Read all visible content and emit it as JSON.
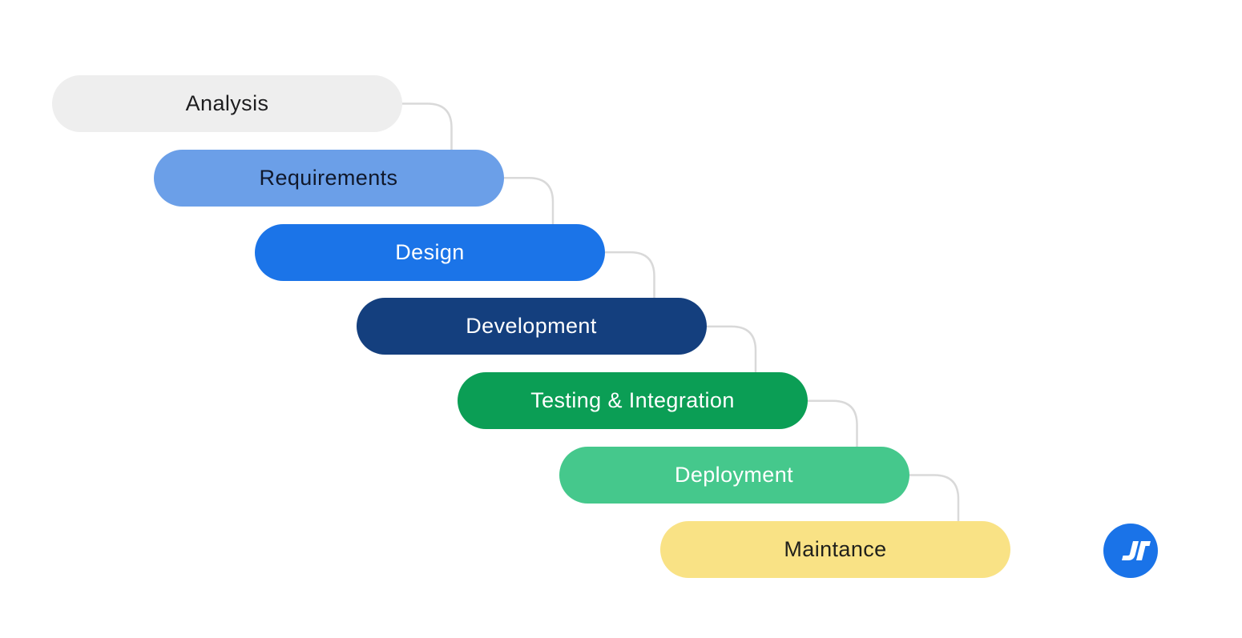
{
  "diagram": {
    "name": "waterfall-sdlc-diagram",
    "background": "#ffffff",
    "connector_color": "#d9d9d9",
    "stages": [
      {
        "label": "Analysis",
        "bg": "#eeeeee",
        "text_color": "#1d1d1f"
      },
      {
        "label": "Requirements",
        "bg": "#6b9fe8",
        "text_color": "#10182b"
      },
      {
        "label": "Design",
        "bg": "#1b74e8",
        "text_color": "#ffffff"
      },
      {
        "label": "Development",
        "bg": "#143f7e",
        "text_color": "#ffffff"
      },
      {
        "label": "Testing & Integration",
        "bg": "#0b9e55",
        "text_color": "#ffffff"
      },
      {
        "label": "Deployment",
        "bg": "#45c88c",
        "text_color": "#ffffff"
      },
      {
        "label": "Maintance",
        "bg": "#f9e285",
        "text_color": "#21211c"
      }
    ]
  },
  "logo": {
    "circle_color": "#1a73e8",
    "glyph_color": "#ffffff"
  }
}
